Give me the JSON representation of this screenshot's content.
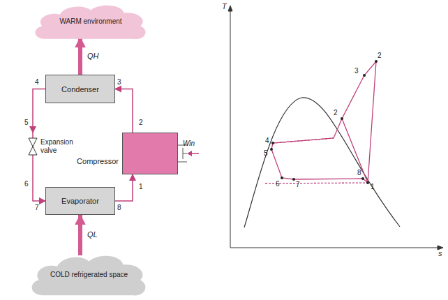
{
  "diagram": {
    "nodes": [
      {
        "text": [
          "WARM environment"
        ]
      },
      {
        "text": [
          "Condenser"
        ]
      },
      {
        "text": [
          "Compressor"
        ]
      },
      {
        "text": [
          "Expansion valve"
        ]
      },
      {
        "text": [
          "Evaporator"
        ]
      },
      {
        "text": [
          "COLD refrigerated space"
        ]
      }
    ],
    "edges": [
      {
        "from": 2,
        "to": 1,
        "arrow": "to"
      },
      {
        "from": 1,
        "to": 3,
        "arrow": "to"
      },
      {
        "from": 3,
        "to": 4,
        "arrow": "to"
      },
      {
        "from": 4,
        "to": 2,
        "arrow": "to"
      },
      {
        "from": 1,
        "to": 0,
        "arrow": "to",
        "label": "QH"
      },
      {
        "from": 5,
        "to": 4,
        "arrow": "to",
        "label": "QL"
      }
    ],
    "labels": [
      "4",
      "3",
      "2",
      "5",
      "6",
      "7",
      "8",
      "1",
      "Win",
      "T",
      "2",
      "3",
      "2",
      "4",
      "5",
      "6",
      "7",
      "8",
      "1",
      "s"
    ]
  }
}
